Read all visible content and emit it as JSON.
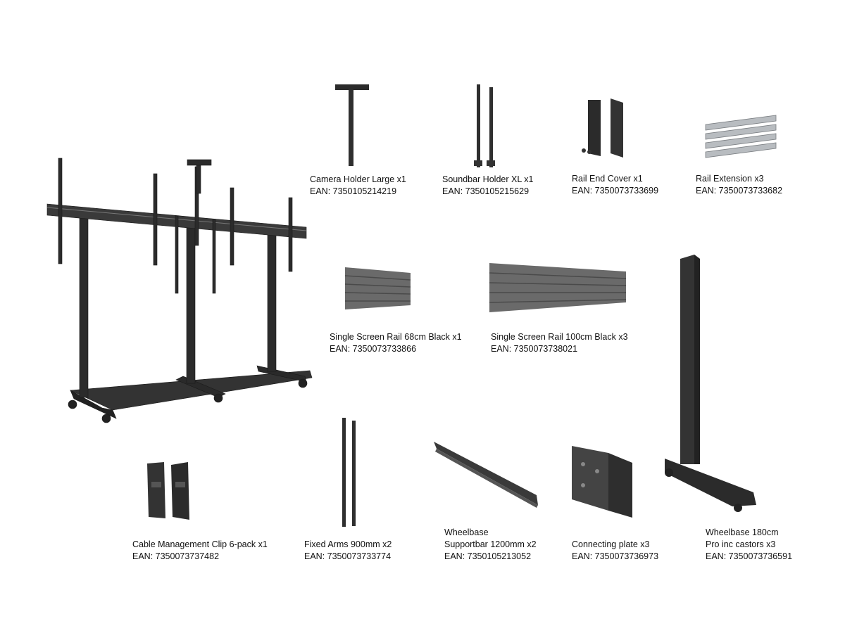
{
  "parts": [
    {
      "id": "camera-holder",
      "name_lines": [
        "Camera Holder Large x1"
      ],
      "ean": "EAN: 7350105214219"
    },
    {
      "id": "soundbar-holder",
      "name_lines": [
        "Soundbar Holder XL x1"
      ],
      "ean": "EAN: 7350105215629"
    },
    {
      "id": "rail-end-cover",
      "name_lines": [
        "Rail End Cover x1"
      ],
      "ean": "EAN: 7350073733699"
    },
    {
      "id": "rail-extension",
      "name_lines": [
        "Rail Extension x3"
      ],
      "ean": "EAN: 7350073733682"
    },
    {
      "id": "screen-rail-68",
      "name_lines": [
        "Single Screen Rail 68cm Black x1"
      ],
      "ean": "EAN: 7350073733866"
    },
    {
      "id": "screen-rail-100",
      "name_lines": [
        "Single Screen Rail 100cm Black x3"
      ],
      "ean": "EAN: 7350073738021"
    },
    {
      "id": "cable-clip",
      "name_lines": [
        "Cable Management Clip 6-pack x1"
      ],
      "ean": "EAN: 7350073737482"
    },
    {
      "id": "fixed-arms",
      "name_lines": [
        "Fixed Arms 900mm x2"
      ],
      "ean": "EAN: 7350073733774"
    },
    {
      "id": "supportbar",
      "name_lines": [
        "Wheelbase",
        "Supportbar 1200mm x2"
      ],
      "ean": "EAN: 7350105213052"
    },
    {
      "id": "connecting-plate",
      "name_lines": [
        "Connecting plate x3"
      ],
      "ean": "EAN: 7350073736973"
    },
    {
      "id": "wheelbase-180",
      "name_lines": [
        "Wheelbase 180cm",
        "Pro inc castors x3"
      ],
      "ean": "EAN: 7350073736591"
    }
  ],
  "colors": {
    "metal_dark": "#2b2b2b",
    "metal_mid": "#555555",
    "rail_grey": "#6a6a6a",
    "silver": "#b8bcc0"
  }
}
